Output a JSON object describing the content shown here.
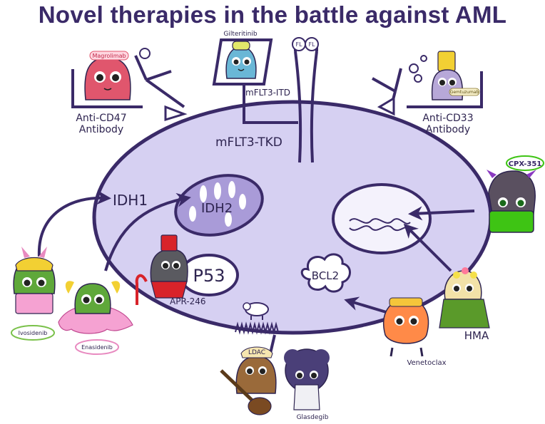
{
  "title": "Novel therapies in the battle against AML",
  "cell": {
    "targets": {
      "idh1": "IDH1",
      "idh2": "IDH2",
      "p53": "P53",
      "bcl2": "BCL2",
      "mflt3_itd": "mFLT3-ITD",
      "mflt3_tkd": "mFLT3-TKD",
      "fl_left": "FL",
      "fl_right": "FL"
    }
  },
  "drugs": {
    "magrolimab": "Magrolimab",
    "gilteritinib": "Gilteritinib",
    "gemtuzumab": "Gemtuzumab",
    "cpx351": "CPX-351",
    "ivosidenib": "Ivosidenib",
    "enasidenib": "Enasidenib",
    "apr246": "APR-246",
    "venetoclax": "Venetoclax",
    "hma": "HMA",
    "ldac": "LDAC",
    "glasdegib": "Glasdegib"
  },
  "antibody_labels": {
    "anti_cd47_line1": "Anti-CD47",
    "anti_cd47_line2": "Antibody",
    "anti_cd33_line1": "Anti-CD33",
    "anti_cd33_line2": "Antibody"
  },
  "colors": {
    "title": "#3a2a68",
    "cell_fill": "#d6d0f2",
    "cell_stroke": "#3a2a68",
    "mitochondrion": "#a99bd8",
    "nucleus": "#f4f2fc",
    "ivosidenib_body": "#5fa83a",
    "enasidenib_skirt": "#f5a2d2",
    "magrolimab_body": "#e0566d",
    "gilteritinib_body": "#6ab7d6",
    "gemtuzumab_body": "#b7a8d8",
    "cpx351_body": "#3ec414",
    "apr246_body": "#5a5a60",
    "venetoclax_body": "#ff8a48",
    "hma_body": "#f2e2a8",
    "ldac_body": "#9a6a3a",
    "glasdegib_body": "#4a3f78"
  },
  "icons": [
    "antibody-icon",
    "receptor-icon",
    "mitochondrion-icon",
    "dna-icon",
    "sheep-icon",
    "guitar-icon",
    "cane-icon"
  ]
}
